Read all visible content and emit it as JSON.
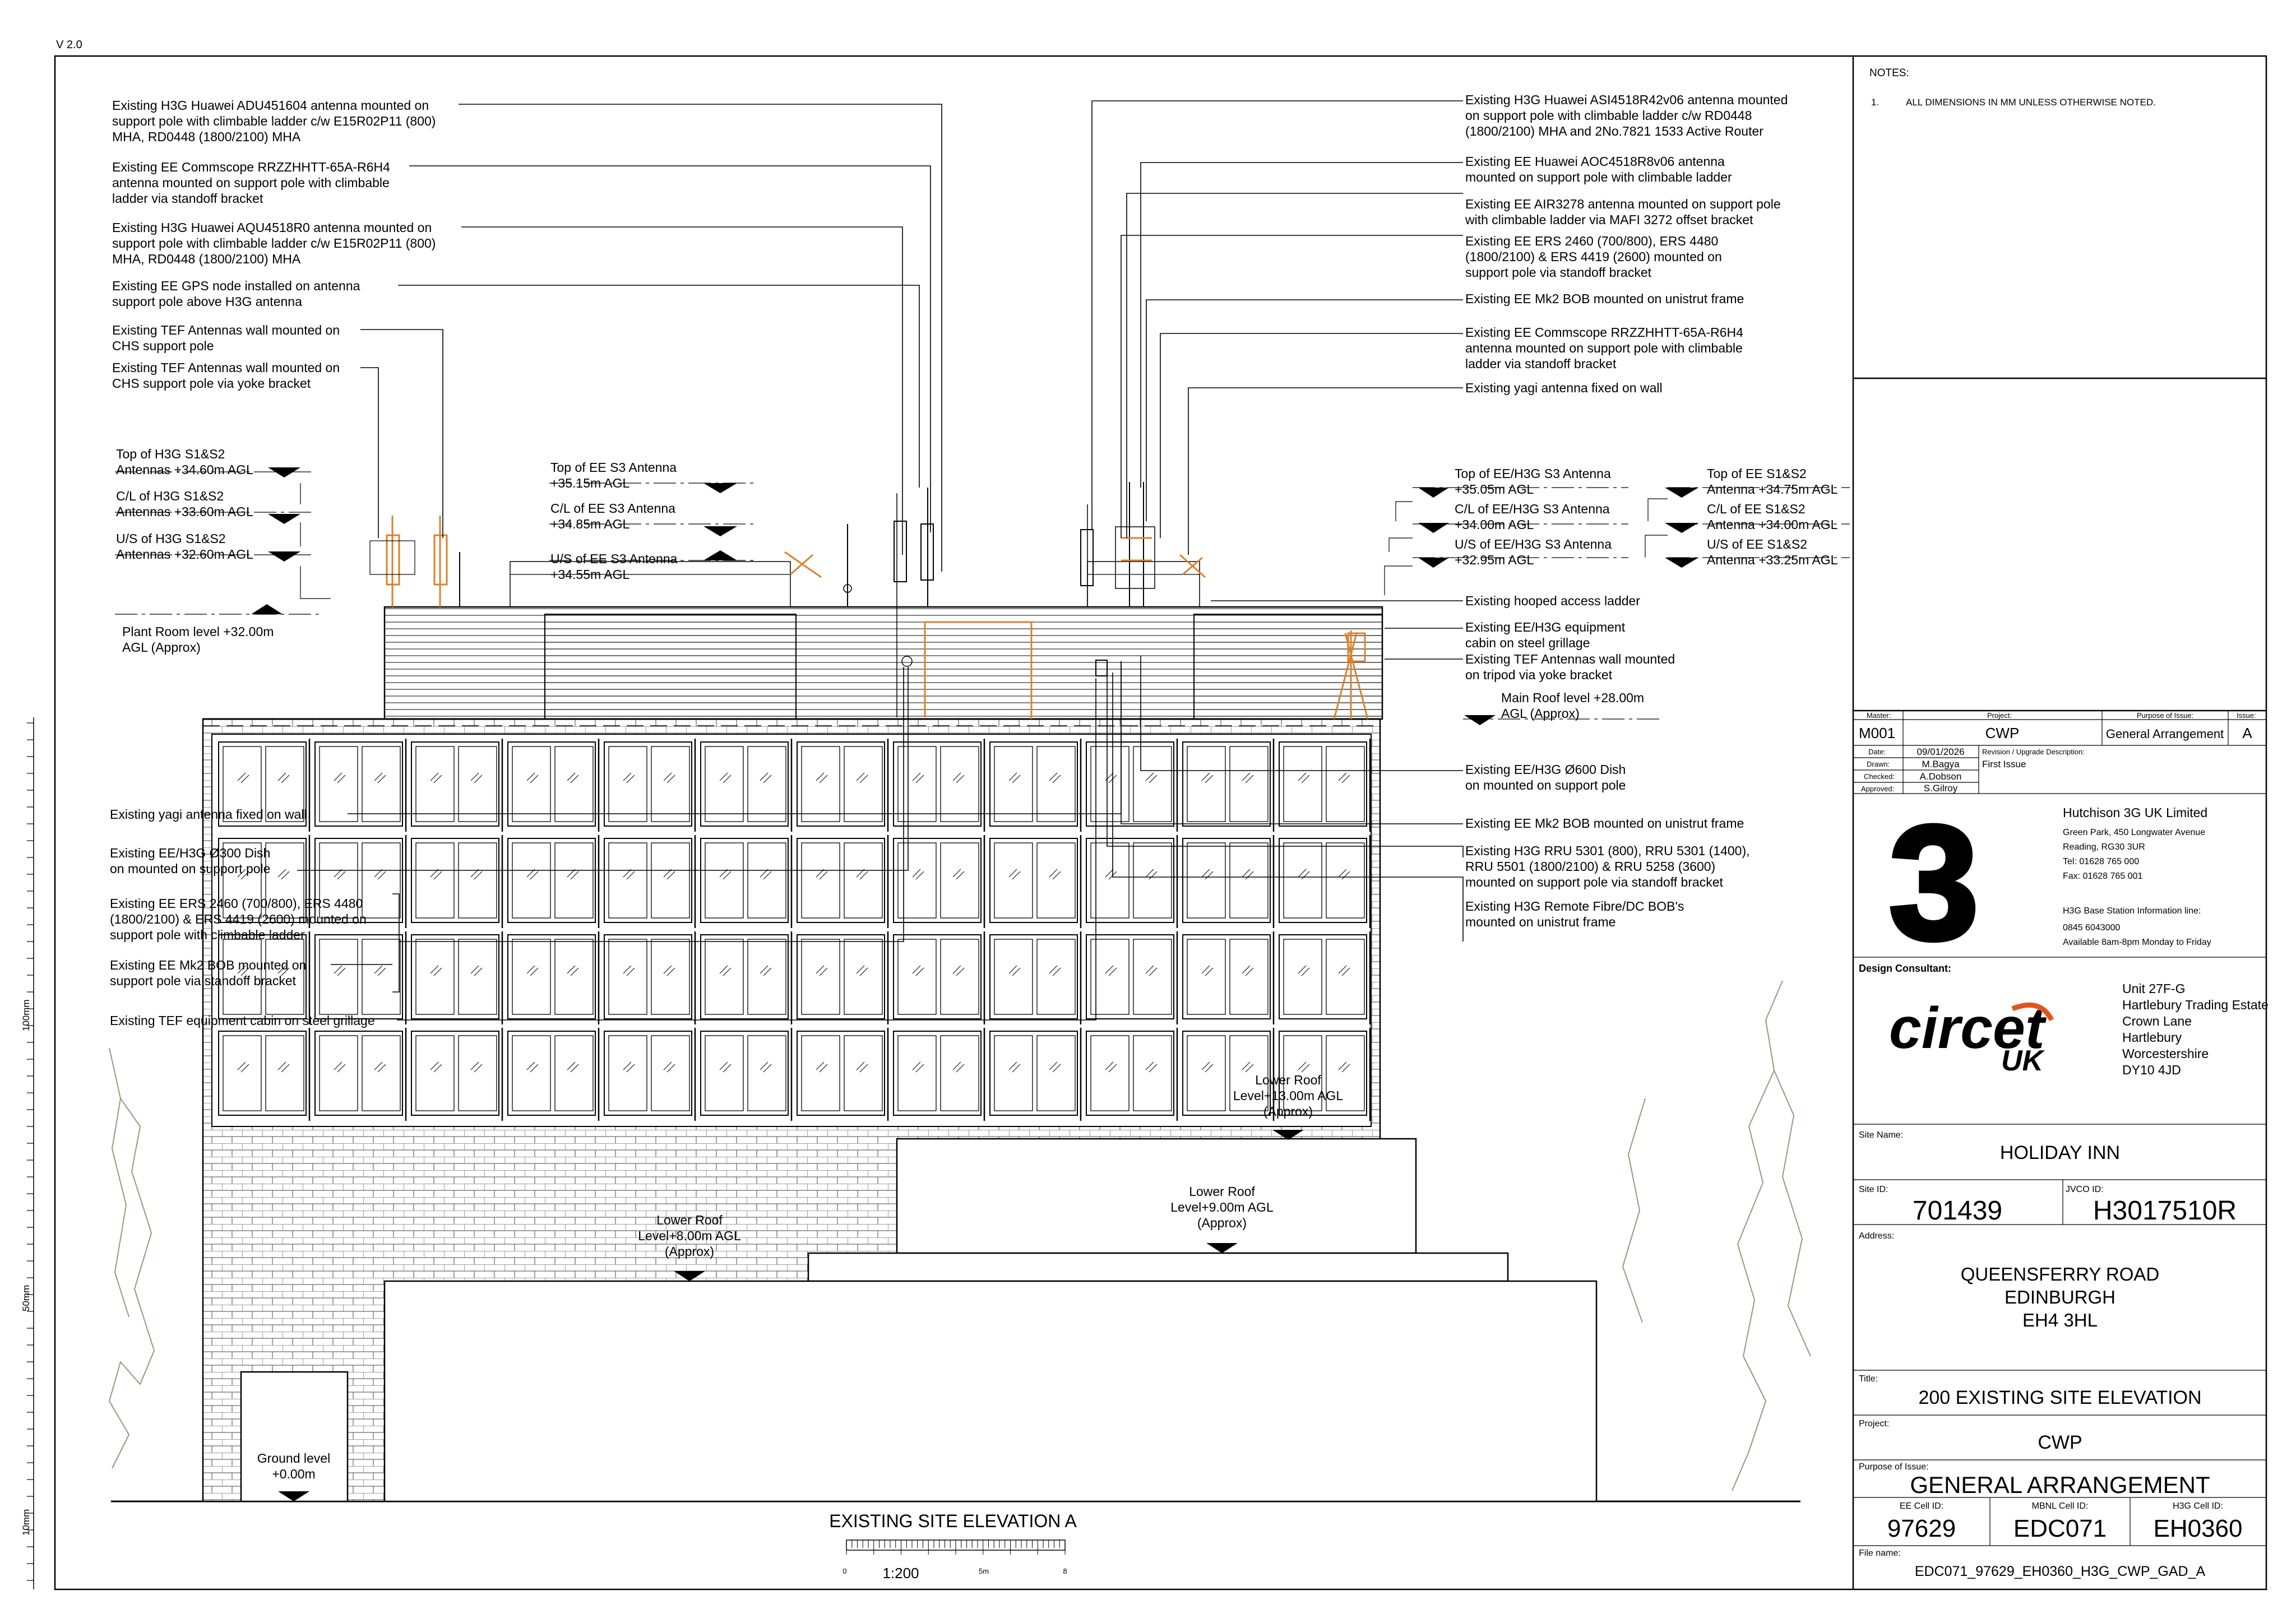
{
  "version": "V 2.0",
  "notes": {
    "title": "NOTES:",
    "items": [
      {
        "num": "1.",
        "text": "ALL DIMENSIONS IN MM UNLESS OTHERWISE NOTED."
      }
    ]
  },
  "annotations_left": [
    {
      "lines": [
        "Existing H3G Huawei ADU451604 antenna mounted on",
        "support pole with climbable ladder c/w E15R02P11 (800)",
        "MHA, RD0448 (1800/2100) MHA"
      ]
    },
    {
      "lines": [
        "Existing EE Commscope RRZZHHTT-65A-R6H4",
        "antenna mounted on support pole with climbable",
        "ladder via standoff bracket"
      ]
    },
    {
      "lines": [
        "Existing H3G Huawei AQU4518R0 antenna mounted on",
        "support pole with climbable ladder c/w E15R02P11 (800)",
        "MHA, RD0448 (1800/2100) MHA"
      ]
    },
    {
      "lines": [
        "Existing EE GPS node installed on antenna",
        "support pole above H3G antenna"
      ]
    },
    {
      "lines": [
        "Existing TEF Antennas wall mounted on",
        "CHS support pole"
      ]
    },
    {
      "lines": [
        "Existing TEF Antennas wall mounted on",
        "CHS support pole via yoke bracket"
      ]
    }
  ],
  "annotations_right": [
    {
      "lines": [
        "Existing H3G Huawei ASI4518R42v06 antenna mounted",
        "on support pole with climbable ladder c/w RD0448",
        "(1800/2100) MHA and 2No.7821 1533 Active Router"
      ]
    },
    {
      "lines": [
        "Existing EE Huawei AOC4518R8v06 antenna",
        "mounted on support pole with climbable ladder"
      ]
    },
    {
      "lines": [
        "Existing EE AIR3278 antenna mounted on support pole",
        "with climbable ladder via MAFI 3272 offset bracket"
      ]
    },
    {
      "lines": [
        "Existing EE ERS 2460 (700/800), ERS 4480",
        "(1800/2100) & ERS 4419 (2600) mounted on",
        "support pole via standoff bracket"
      ]
    },
    {
      "lines": [
        "Existing EE Mk2 BOB mounted on unistrut frame"
      ]
    },
    {
      "lines": [
        "Existing EE Commscope RRZZHHTT-65A-R6H4",
        "antenna mounted on support pole with climbable",
        "ladder via standoff bracket"
      ]
    },
    {
      "lines": [
        "Existing yagi antenna fixed on wall"
      ]
    }
  ],
  "annotations_mid_right": [
    {
      "lines": [
        "Existing hooped access ladder"
      ]
    },
    {
      "lines": [
        "Existing EE/H3G equipment",
        "cabin on steel grillage"
      ]
    },
    {
      "lines": [
        "Existing TEF Antennas wall mounted",
        "on tripod via yoke bracket"
      ]
    }
  ],
  "annotations_lower_right": [
    {
      "lines": [
        "Existing EE/H3G Ø600 Dish",
        "on mounted on support pole"
      ]
    },
    {
      "lines": [
        "Existing EE Mk2 BOB mounted on unistrut frame"
      ]
    },
    {
      "lines": [
        "Existing H3G RRU 5301 (800), RRU 5301 (1400),",
        "RRU 5501 (1800/2100) & RRU 5258 (3600)",
        "mounted on support pole via standoff bracket"
      ]
    },
    {
      "lines": [
        "Existing H3G Remote Fibre/DC BOB's",
        "mounted on unistrut frame"
      ]
    }
  ],
  "annotations_lower_left": [
    {
      "lines": [
        "Existing yagi antenna fixed on wall"
      ]
    },
    {
      "lines": [
        "Existing EE/H3G Ø300 Dish",
        "on mounted on support pole"
      ]
    },
    {
      "lines": [
        "Existing EE ERS 2460 (700/800), ERS 4480",
        "(1800/2100) & ERS 4419 (2600) mounted on",
        "support pole with climbable ladder"
      ]
    },
    {
      "lines": [
        "Existing EE Mk2 BOB mounted on",
        "support pole via standoff bracket"
      ]
    },
    {
      "lines": [
        "Existing TEF equipment cabin on steel grillage"
      ]
    }
  ],
  "levels": {
    "h3g_top": [
      "Top of H3G S1&S2",
      "Antennas +34.60m AGL"
    ],
    "h3g_cl": [
      "C/L of H3G S1&S2",
      "Antennas +33.60m AGL"
    ],
    "h3g_us": [
      "U/S of H3G S1&S2",
      "Antennas +32.60m AGL"
    ],
    "plant_room": [
      "Plant Room level +32.00m",
      "AGL (Approx)"
    ],
    "ee_s3_top": [
      "Top of EE S3 Antenna",
      "+35.15m AGL"
    ],
    "ee_s3_cl": [
      "C/L of EE S3 Antenna",
      "+34.85m AGL"
    ],
    "ee_s3_us": [
      "U/S of EE S3 Antenna",
      "+34.55m AGL"
    ],
    "eeh3g_s3_top": [
      "Top of EE/H3G S3 Antenna",
      "+35.05m AGL"
    ],
    "eeh3g_s3_cl": [
      "C/L of EE/H3G S3 Antenna",
      "+34.00m AGL"
    ],
    "eeh3g_s3_us": [
      "U/S of EE/H3G S3 Antenna",
      "+32.95m AGL"
    ],
    "ee_s12_top": [
      "Top of EE S1&S2",
      "Antenna +34.75m AGL"
    ],
    "ee_s12_cl": [
      "C/L of EE S1&S2",
      "Antenna +34.00m AGL"
    ],
    "ee_s12_us": [
      "U/S of EE S1&S2",
      "Antenna +33.25m AGL"
    ],
    "main_roof": [
      "Main Roof level +28.00m",
      "AGL (Approx)"
    ],
    "lower_roof_13": [
      "Lower Roof",
      "Level+13.00m AGL",
      "(Approx)"
    ],
    "lower_roof_9": [
      "Lower Roof",
      "Level+9.00m AGL",
      "(Approx)"
    ],
    "lower_roof_8": [
      "Lower Roof",
      "Level+8.00m AGL",
      "(Approx)"
    ],
    "ground": [
      "Ground level",
      "+0.00m"
    ]
  },
  "drawing_title": "EXISTING SITE ELEVATION A",
  "scale": {
    "label": "1:200",
    "ticks": [
      "0",
      "5m",
      "8"
    ]
  },
  "ruler": {
    "labels": [
      "100mm",
      "50mm",
      "10mm"
    ]
  },
  "title_block": {
    "master_label": "Master:",
    "master": "M001",
    "project_label": "Project:",
    "project": "CWP",
    "purpose_label": "Purpose of Issue:",
    "purpose": "General Arrangement",
    "issue_label": "Issue:",
    "issue": "A",
    "date_label": "Date:",
    "date": "09/01/2026",
    "drawn_label": "Drawn:",
    "drawn": "M.Bagya",
    "checked_label": "Checked:",
    "checked": "A.Dobson",
    "approved_label": "Approved:",
    "approved": "S.Gilroy",
    "revision_label": "Revision / Upgrade Description:",
    "revision": "First Issue",
    "client_name": "Hutchison 3G UK Limited",
    "client_address": [
      "Green Park, 450 Longwater Avenue",
      "Reading, RG30 3UR",
      "Tel: 01628 765 000",
      "Fax: 01628 765 001"
    ],
    "client_info": [
      "H3G Base Station Information line:",
      "0845 6043000",
      "Available 8am-8pm Monday to Friday"
    ],
    "logo_3": "3",
    "consultant_label": "Design Consultant:",
    "consultant_logo": "circet",
    "consultant_logo_uk": "UK",
    "consultant_address": [
      "Unit 27F-G",
      "Hartlebury Trading Estate",
      "Crown Lane",
      "Hartlebury",
      "Worcestershire",
      "DY10 4JD"
    ],
    "site_name_label": "Site Name:",
    "site_name": "HOLIDAY INN",
    "site_id_label": "Site ID:",
    "site_id": "701439",
    "jvco_label": "JVCO ID:",
    "jvco_id": "H3017510R",
    "address_label": "Address:",
    "address": [
      "QUEENSFERRY ROAD",
      "EDINBURGH",
      "EH4 3HL"
    ],
    "title_label": "Title:",
    "title": "200 EXISTING SITE ELEVATION",
    "project2_label": "Project:",
    "project2": "CWP",
    "purpose2_label": "Purpose of Issue:",
    "purpose2": "GENERAL ARRANGEMENT",
    "ee_cell_label": "EE Cell ID:",
    "ee_cell": "97629",
    "mbnl_label": "MBNL Cell ID:",
    "mbnl_cell": "EDC071",
    "h3g_label": "H3G Cell ID:",
    "h3g_cell": "EH0360",
    "file_label": "File name:",
    "file_name": "EDC071_97629_EH0360_H3G_CWP_GAD_A"
  },
  "colors": {
    "line": "#000000",
    "antenna": "#d9822b",
    "tree": "#8aa07a",
    "logo_red": "#e2541f",
    "logo_grey": "#555555"
  }
}
